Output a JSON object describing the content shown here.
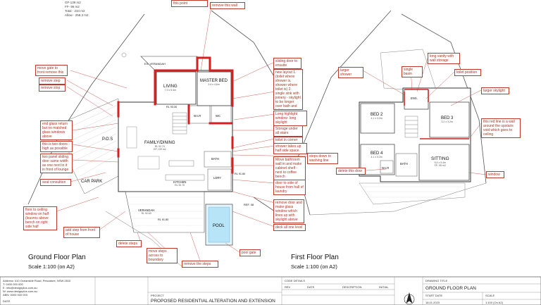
{
  "area_summary": {
    "gf": "GF-139 m2",
    "ff": "FF- 95 m2",
    "total": "Total - 234 m2",
    "allow": "Allow - 258.3 m2"
  },
  "ground_floor": {
    "title": "Ground Floor Plan",
    "scale": "Scale 1:100 (on A2)",
    "rooms": {
      "verandah_top": "EX. VERANDAH",
      "living": "LIVING",
      "living_dim": "7.0 x 5.3m",
      "master": "MASTER BED",
      "master_dim": "3.4 x 4.6m",
      "family": "FAMILY/DINING",
      "family_rl": "RL 92.70",
      "family_area": "GF-139 m2",
      "kitchen": "KITCHEN",
      "kitchen_rl": "RL 92.70",
      "verandah_low": "VERANDAH",
      "verandah_rl": "RL 92.60",
      "pool": "POOL",
      "bath": "BATH",
      "laundry": "LDRY",
      "wir": "W.I.R",
      "wc": "WC",
      "pos": "P.O.S",
      "carpark": "CAR PARK",
      "rl_living": "RL 93.30",
      "rl_low": "RL 91.80",
      "rl_pool": "RL 91.80",
      "ref": "REF. 08"
    },
    "notes": {
      "n_this_point": "this point",
      "n_remove_wall": "remove this wall",
      "n_sliding": "sliding door to ensuite",
      "n_new_layout": "new layout 1. (toilet where shower is, shower where toilet is) 2. single sink with joinery - skylight to be longer over bath and toilet",
      "n_move_gate": "move gate to front remove this",
      "n_remove_step": "remove step",
      "n_remove_slop": "remove slop",
      "n_long_highlight": "Long highlight window- long skylight",
      "n_storage": "Storage under all stairs",
      "n_end_glass": "end glass return but no matched glass windows above",
      "n_toilet_corner": "toilet in corner",
      "n_shower": "shower takes up half side space.",
      "n_two_door": "this is two doors - high as possible",
      "n_steps_down": "steps down to washing line",
      "n_two_panel": "two panel sliding door same width as one next to it in front of lounge",
      "n_move_bath": "Move bathroom wall in and make cabinet shelf - next to coffee bench",
      "n_door_side": "door to side of house from hall of laundry",
      "n_seat": "seat consultion",
      "n_remove_door": "remove door and make glass window which lines up with skylight above",
      "n_floor_ceiling": "floor to ceiling window on half (louvres above bench on right side half",
      "n_deck": "deck all one level",
      "n_add_step": "add step from front of house",
      "n_delete_steps": "delete steps",
      "n_move_steps": "move steps across to boundary",
      "n_pool_gate": "pool gate",
      "n_remove_steps": "remove the steps"
    }
  },
  "first_floor": {
    "title": "First Floor Plan",
    "scale": "Scale 1:100 (on A2)",
    "rooms": {
      "bed2": "BED 2",
      "bed2_dim": "4.1 x 3.2m",
      "bed3": "BED 3",
      "bed3_dim": "3.2 x 3.2m",
      "bed4": "BED 4",
      "bed4_dim": "4.1 x 3.2m",
      "ens": "ENS.",
      "sitting": "SITTING",
      "sitting_dim": "5.4 x 5.4m",
      "sitting_area": "FF- 95 m2",
      "bath": "BATH",
      "wir": "W.I.R"
    },
    "notes": {
      "n_long_vanity": "long vanity with wall storage",
      "n_larger_shower": "larger shower",
      "n_single_basin": "single basin",
      "n_toilet_position": "toilet position",
      "n_larger_skylight": "larger skylight",
      "n_red_line": "this red line is a wall around the upstairs void which goes to ceiling",
      "n_delete_door": "delete this door",
      "n_window": "window"
    }
  },
  "title_block": {
    "address": "Address: 410 Oceanside Road, Pescatore, NSW 2810",
    "contact": "T: 0400 000 000",
    "email": "E: info@designplus.com.au",
    "web": "W: www.designplus.com.au",
    "abn": "ABN: 0000 000 000",
    "date_label": "DATE",
    "project_label": "PROJECT",
    "project": "PROPOSED RESIDENTIAL ALTERATION AND EXTENSION",
    "code_label": "CODE DETAILS",
    "rev": "REV",
    "date_col": "DATE",
    "description": "DESCRIPTION",
    "initial": "INITIAL",
    "drawing_label": "DRAWING TITLE",
    "drawing_title": "GROUND FLOOR PLAN",
    "start_date_label": "START DATE",
    "start_date": "18.01.2023",
    "scale_label": "SCALE",
    "scale": "1:100 (On A2)"
  }
}
